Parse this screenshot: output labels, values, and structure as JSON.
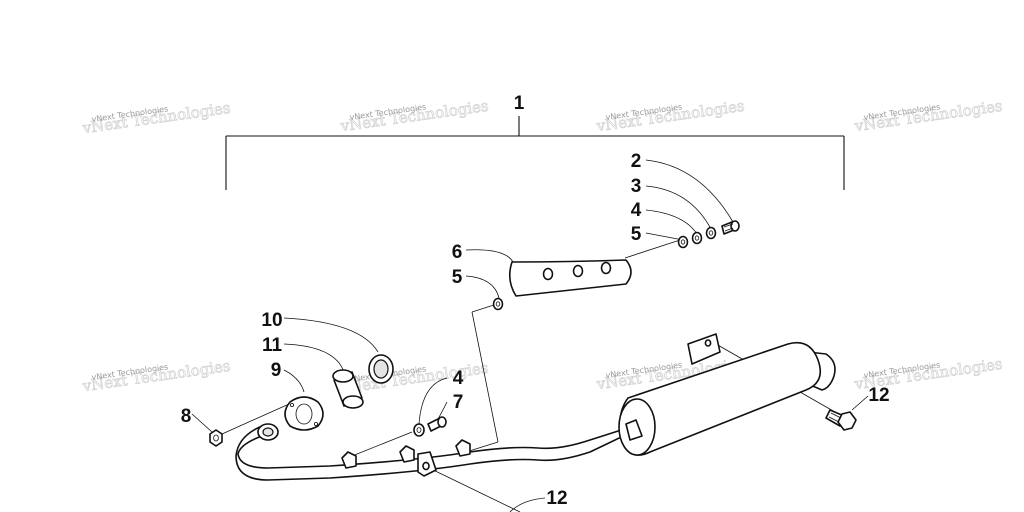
{
  "watermark": {
    "text": "vNext Technologies"
  },
  "callouts": {
    "c1": "1",
    "c2": "2",
    "c3": "3",
    "c4a": "4",
    "c5a": "5",
    "c6": "6",
    "c5b": "5",
    "c10": "10",
    "c11": "11",
    "c9": "9",
    "c4b": "4",
    "c7": "7",
    "c8": "8",
    "c12a": "12",
    "c12b": "12"
  },
  "colors": {
    "ink": "#111111",
    "watermark": "#9a9a9a",
    "background": "#ffffff"
  }
}
